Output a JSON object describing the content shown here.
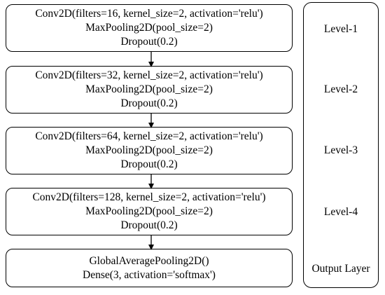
{
  "blocks": [
    {
      "lines": [
        "Conv2D(filters=16, kernel_size=2, activation='relu')",
        "MaxPooling2D(pool_size=2)",
        "Dropout(0.2)"
      ]
    },
    {
      "lines": [
        "Conv2D(filters=32, kernel_size=2, activation='relu')",
        "MaxPooling2D(pool_size=2)",
        "Dropout(0.2)"
      ]
    },
    {
      "lines": [
        "Conv2D(filters=64, kernel_size=2, activation='relu')",
        "MaxPooling2D(pool_size=2)",
        "Dropout(0.2)"
      ]
    },
    {
      "lines": [
        "Conv2D(filters=128, kernel_size=2, activation='relu')",
        "MaxPooling2D(pool_size=2)",
        "Dropout(0.2)"
      ]
    },
    {
      "lines": [
        "GlobalAveragePooling2D()",
        "Dense(3, activation='softmax')"
      ]
    }
  ],
  "levels": [
    "Level-1",
    "Level-2",
    "Level-3",
    "Level-4",
    "Output Layer"
  ]
}
